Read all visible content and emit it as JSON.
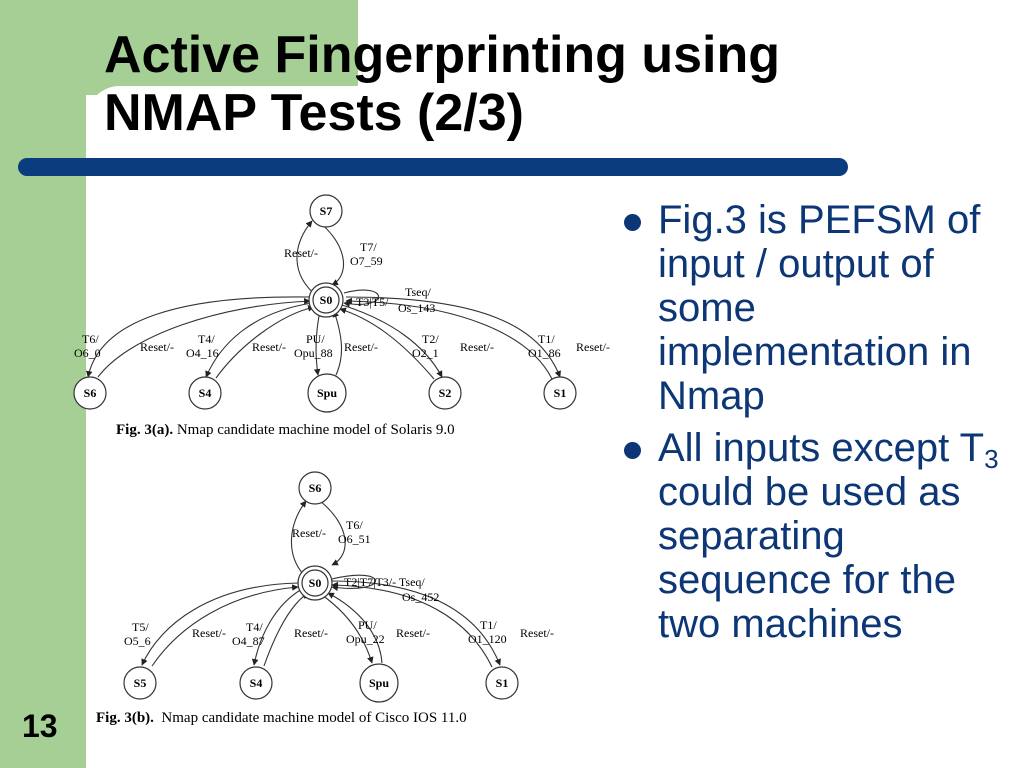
{
  "slide": {
    "title_line1": "Active Fingerprinting using",
    "title_line2": "NMAP Tests (2/3)",
    "page_number": "13",
    "accent_colors": {
      "green": "#a5cf94",
      "navy": "#0b3c7e",
      "text_blue": "#0c3675"
    }
  },
  "bullets": [
    {
      "text": "Fig.3 is PEFSM of input / output of some implementation in Nmap"
    },
    {
      "pre": "All inputs except T",
      "sub": "3",
      "post": " could be used as separating sequence for the two machines"
    }
  ],
  "figure_a": {
    "nodes": {
      "top": "S7",
      "center": "S0",
      "n1": "S6",
      "n2": "S4",
      "n3": "Spu",
      "n4": "S2",
      "n5": "S1"
    },
    "labels": {
      "top_reset": "Reset/-",
      "top_t1": "T7/",
      "top_t2": "O7_59",
      "self1": "T3|T5/",
      "self2": "Tseq/",
      "self3": "Os_143",
      "e1a": "T6/",
      "e1b": "O6_0",
      "r1": "Reset/-",
      "e2a": "T4/",
      "e2b": "O4_16",
      "r2": "Reset/-",
      "e3a": "PU/",
      "e3b": "Opu_88",
      "r3": "Reset/-",
      "e4a": "T2/",
      "e4b": "O2_1",
      "r4": "Reset/-",
      "e5a": "T1/",
      "e5b": "O1_86",
      "r5": "Reset/-"
    },
    "caption_bold": "Fig. 3(a).",
    "caption_rest": " Nmap candidate machine model of Solaris 9.0"
  },
  "figure_b": {
    "nodes": {
      "top": "S6",
      "center": "S0",
      "n1": "S5",
      "n2": "S4",
      "n3": "Spu",
      "n4": "S1"
    },
    "labels": {
      "top_reset": "Reset/-",
      "top_t1": "T6/",
      "top_t2": "O6_51",
      "self1": "T2|T7|T3/- Tseq/",
      "self2": "Os_452",
      "e1a": "T5/",
      "e1b": "O5_6",
      "r1": "Reset/-",
      "e2a": "T4/",
      "e2b": "O4_87",
      "r2": "Reset/-",
      "e3a": "PU/",
      "e3b": "Opu_22",
      "r3": "Reset/-",
      "e4a": "T1/",
      "e4b": "O1_120",
      "r4": "Reset/-"
    },
    "caption_bold": "Fig. 3(b).",
    "caption_rest": "  Nmap candidate machine model of Cisco IOS 11.0"
  }
}
